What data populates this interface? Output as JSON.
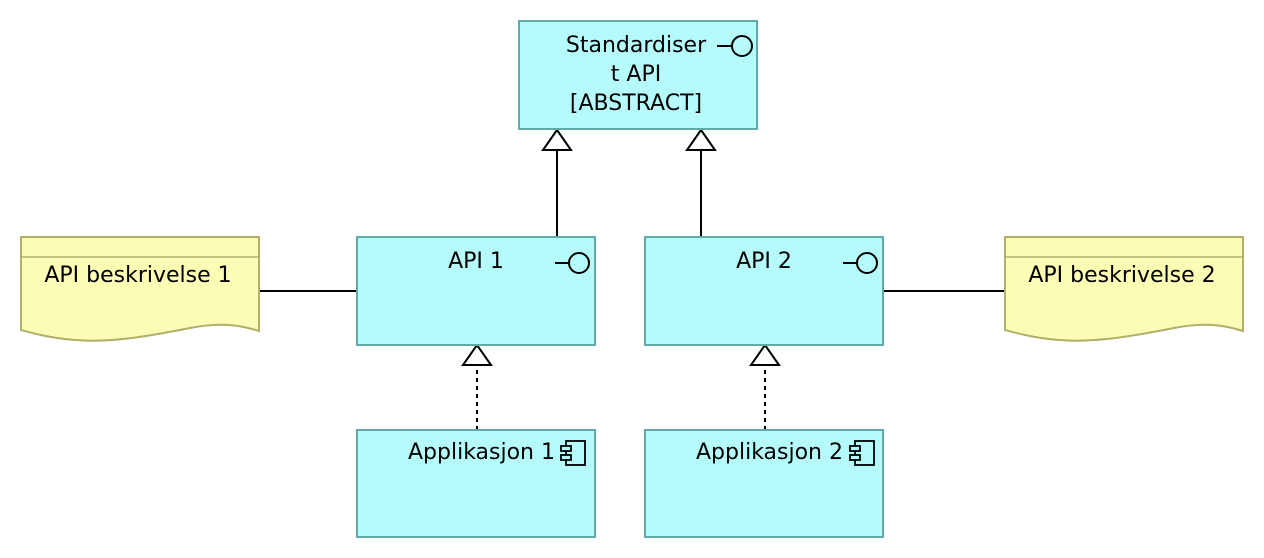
{
  "colors": {
    "interface_fill": "#b5fbfb",
    "interface_stroke": "#64a9a9",
    "note_fill": "#fcfcb4",
    "note_stroke": "#b0b06a",
    "connector": "#000000"
  },
  "nodes": {
    "standardized_api": {
      "line1": "Standardiser",
      "line2": "t API",
      "line3": "[ABSTRACT]",
      "icon": "interface-icon"
    },
    "api1": {
      "label": "API 1",
      "icon": "interface-icon"
    },
    "api2": {
      "label": "API 2",
      "icon": "interface-icon"
    },
    "app1": {
      "label": "Applikasjon 1",
      "icon": "component-icon"
    },
    "app2": {
      "label": "Applikasjon 2",
      "icon": "component-icon"
    },
    "desc1": {
      "label": "API beskrivelse 1"
    },
    "desc2": {
      "label": "API beskrivelse 2"
    }
  },
  "edges": [
    {
      "from": "api1",
      "to": "standardized_api",
      "type": "specialization"
    },
    {
      "from": "api2",
      "to": "standardized_api",
      "type": "specialization"
    },
    {
      "from": "app1",
      "to": "api1",
      "type": "realization"
    },
    {
      "from": "app2",
      "to": "api2",
      "type": "realization"
    },
    {
      "from": "desc1",
      "to": "api1",
      "type": "association"
    },
    {
      "from": "desc2",
      "to": "api2",
      "type": "association"
    }
  ]
}
